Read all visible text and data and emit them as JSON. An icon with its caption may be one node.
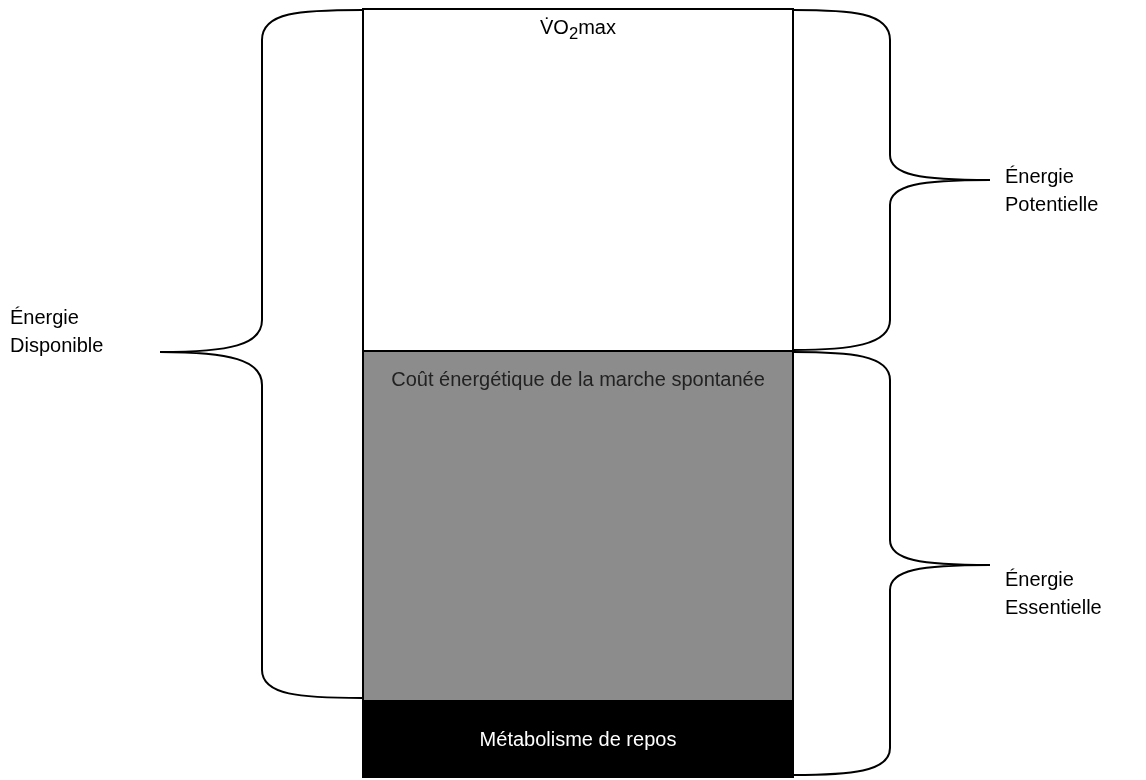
{
  "diagram": {
    "nodes": [
      {
        "text": [
          "V̇O$_{2}$max"
        ]
      },
      {
        "text": [
          "Coût énergétique de la marche spontanée"
        ]
      },
      {
        "text": [
          "Métabolisme de repos"
        ]
      }
    ],
    "edges": [],
    "labels": [
      "Énergie Potentielle",
      "Énergie Disponible",
      "Énergie Essentielle"
    ]
  }
}
